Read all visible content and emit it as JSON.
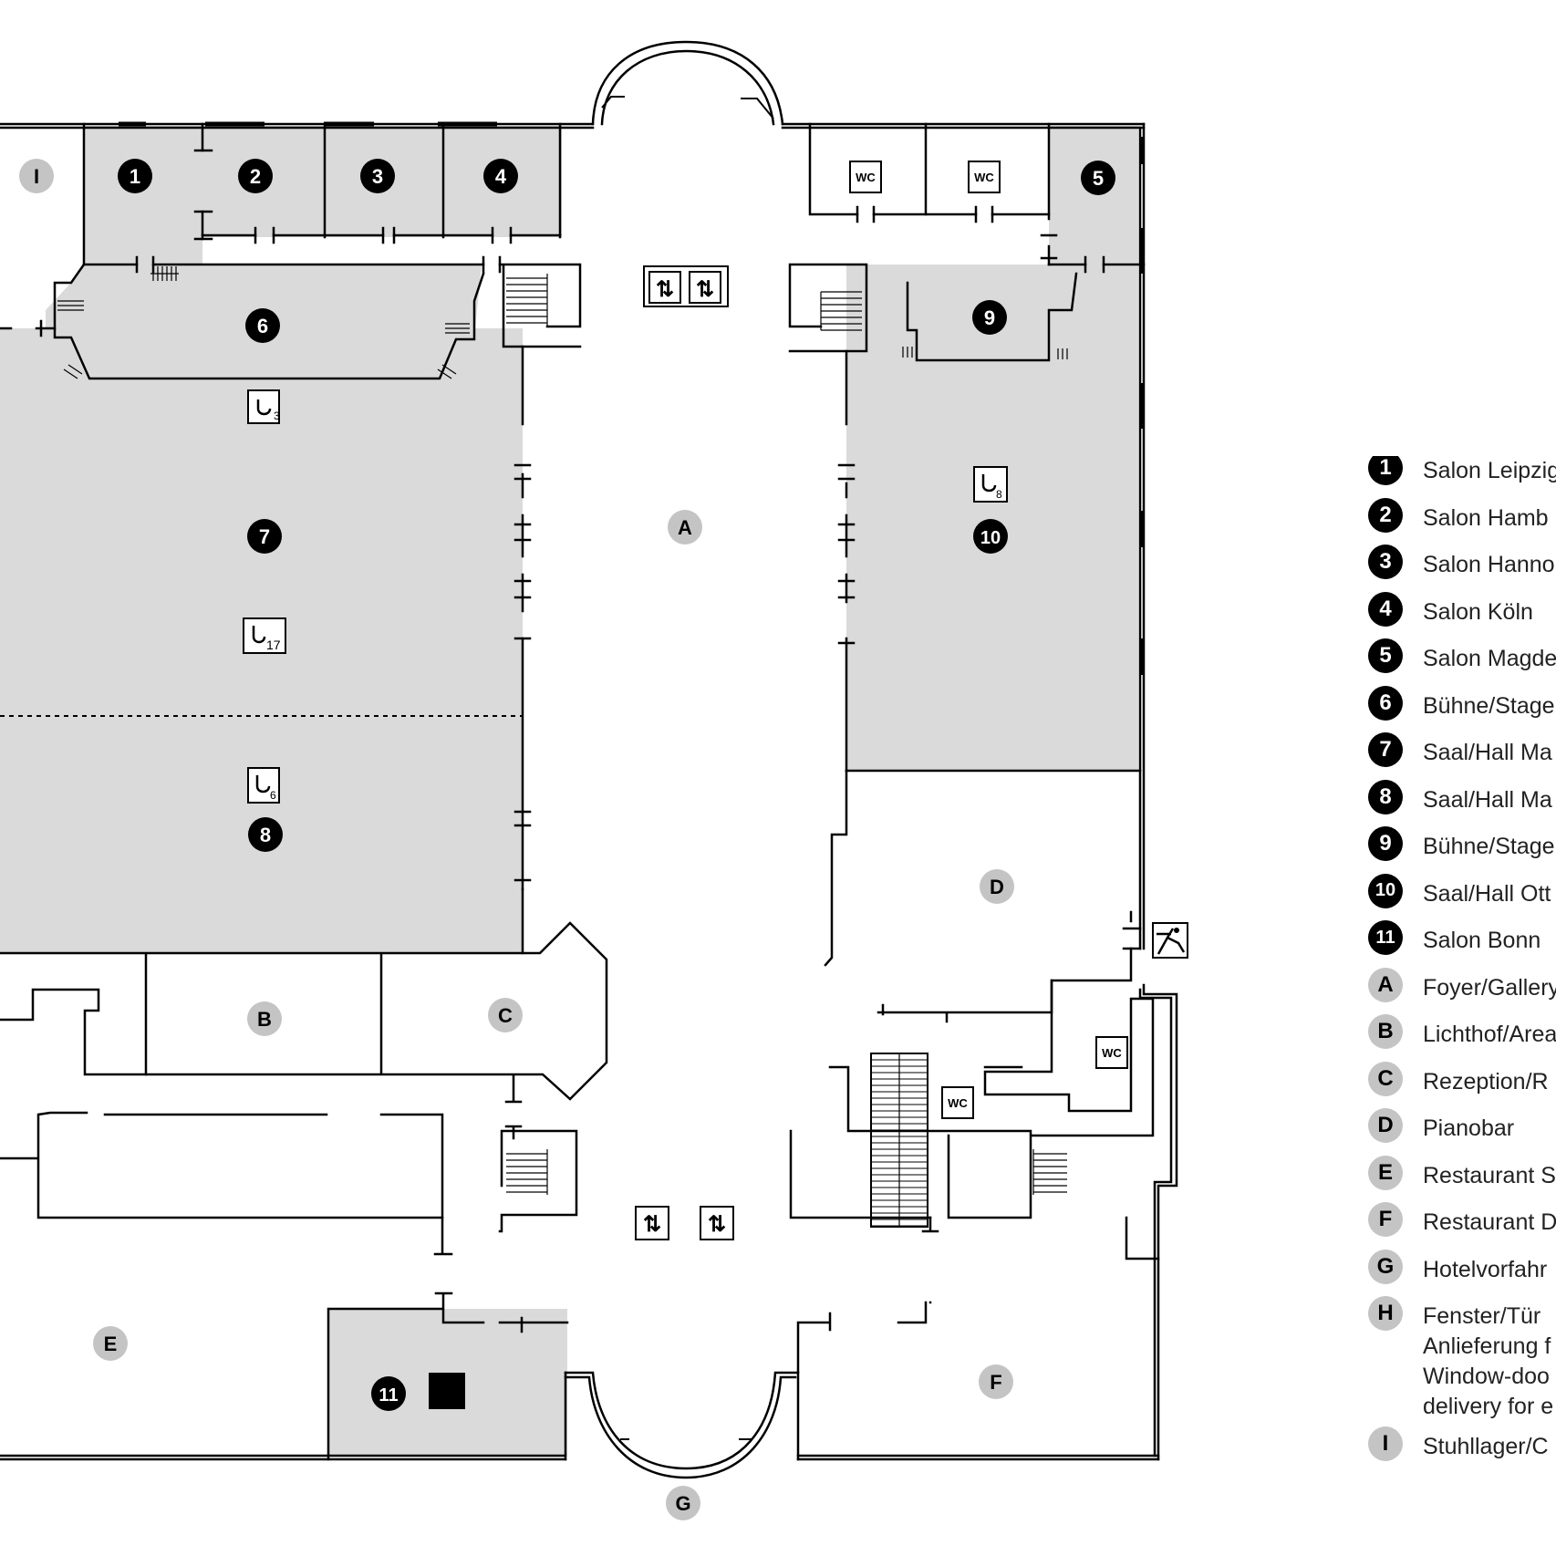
{
  "rooms": {
    "n1": "1",
    "n2": "2",
    "n3": "3",
    "n4": "4",
    "n5": "5",
    "n6": "6",
    "n7": "7",
    "n8": "8",
    "n9": "9",
    "n10": "10",
    "n11": "11",
    "A": "A",
    "B": "B",
    "C": "C",
    "D": "D",
    "E": "E",
    "F": "F",
    "G": "G",
    "I": "I"
  },
  "labels": {
    "wc": "WC"
  },
  "hooks": {
    "h3": "3",
    "h17": "17",
    "h6": "6",
    "h8": "8"
  },
  "legend": [
    {
      "marker": "1",
      "style": "black",
      "label": "Salon Leipzig"
    },
    {
      "marker": "2",
      "style": "black",
      "label": "Salon Hamb"
    },
    {
      "marker": "3",
      "style": "black",
      "label": "Salon Hanno"
    },
    {
      "marker": "4",
      "style": "black",
      "label": "Salon Köln"
    },
    {
      "marker": "5",
      "style": "black",
      "label": "Salon Magde"
    },
    {
      "marker": "6",
      "style": "black",
      "label": "Bühne/Stage"
    },
    {
      "marker": "7",
      "style": "black",
      "label": "Saal/Hall Ma"
    },
    {
      "marker": "8",
      "style": "black",
      "label": "Saal/Hall Ma"
    },
    {
      "marker": "9",
      "style": "black",
      "label": "Bühne/Stage"
    },
    {
      "marker": "10",
      "style": "black",
      "label": "Saal/Hall Ott"
    },
    {
      "marker": "11",
      "style": "black",
      "label": "Salon Bonn"
    },
    {
      "marker": "A",
      "style": "grey",
      "label": "Foyer/Gallery"
    },
    {
      "marker": "B",
      "style": "grey",
      "label": "Lichthof/Area"
    },
    {
      "marker": "C",
      "style": "grey",
      "label": "Rezeption/R"
    },
    {
      "marker": "D",
      "style": "grey",
      "label": "Pianobar"
    },
    {
      "marker": "E",
      "style": "grey",
      "label": "Restaurant S"
    },
    {
      "marker": "F",
      "style": "grey",
      "label": "Restaurant D"
    },
    {
      "marker": "G",
      "style": "grey",
      "label": "Hotelvorfahr"
    },
    {
      "marker": "H",
      "style": "grey",
      "label": "Fenster/Tür\nAnlieferung f\nWindow-doo\ndelivery for e"
    },
    {
      "marker": "I",
      "style": "grey",
      "label": "Stuhllager/C"
    }
  ],
  "colors": {
    "room_fill": "#dadada",
    "badge_dark": "#000000",
    "badge_light": "#c4c4c4"
  },
  "icons": [
    "elevator-icon",
    "stairs-icon",
    "wc-icon",
    "rigging-hook-icon",
    "emergency-exit-icon"
  ]
}
